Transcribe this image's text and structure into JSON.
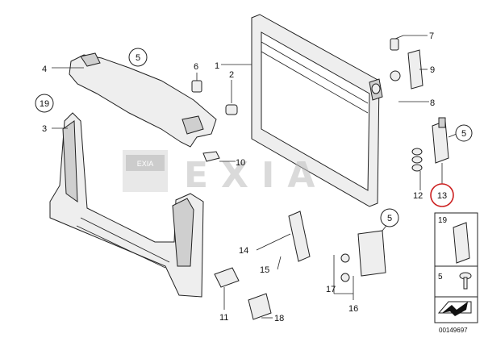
{
  "diagram": {
    "watermark": "EXIA",
    "logo_text": "EXIA",
    "catalog_number": "00149697",
    "highlight_color": "#cc1f1f",
    "callouts": {
      "c1": "1",
      "c2": "2",
      "c3": "3",
      "c4": "4",
      "c5a": "5",
      "c5b": "5",
      "c5c": "5",
      "c6": "6",
      "c7": "7",
      "c8": "8",
      "c9": "9",
      "c10": "10",
      "c11": "11",
      "c12": "12",
      "c13": "13",
      "c14": "14",
      "c15": "15",
      "c16": "16",
      "c17": "17",
      "c18": "18",
      "c19": "19"
    },
    "legend": {
      "item19": "19",
      "item5": "5"
    }
  }
}
